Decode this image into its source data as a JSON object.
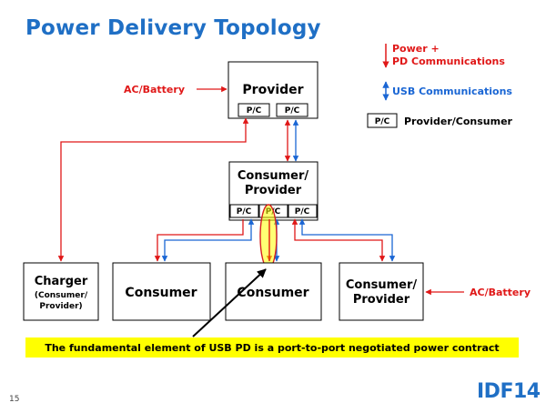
{
  "title": "Power Delivery Topology",
  "legend": {
    "power_line1": "Power +",
    "power_line2": "PD Communications",
    "usb": "USB Communications",
    "pc_box": "P/C",
    "pc_label": "Provider/Consumer"
  },
  "nodes": {
    "provider": "Provider",
    "consumer_provider_top_l1": "Consumer/",
    "consumer_provider_top_l2": "Provider",
    "charger_l1": "Charger",
    "charger_l2": "(Consumer/",
    "charger_l3": "Provider)",
    "consumer1": "Consumer",
    "consumer2": "Consumer",
    "consumer_provider_right_l1": "Consumer/",
    "consumer_provider_right_l2": "Provider"
  },
  "port_label": "P/C",
  "inputs": {
    "left": "AC/Battery",
    "right": "AC/Battery"
  },
  "callout": "The fundamental element of USB PD is a port-to-port negotiated power contract",
  "page_number": "15",
  "logo": "IDF14",
  "colors": {
    "power": "#e01818",
    "usb": "#1a66d4",
    "title": "#1f6fc5",
    "highlight": "#ffff00"
  }
}
